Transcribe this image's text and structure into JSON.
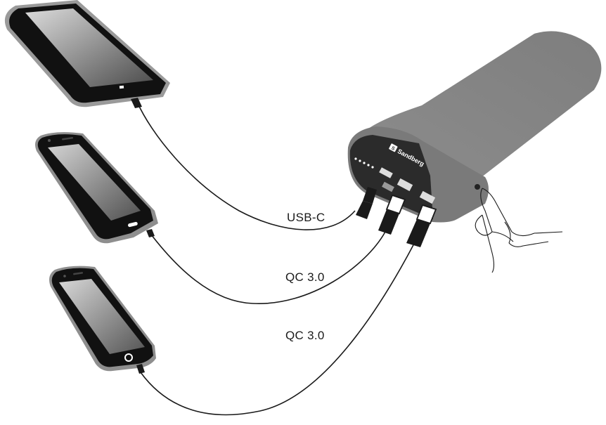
{
  "powerbank": {
    "brand": "Sandberg",
    "body_color": "#8a8a8a",
    "port_count": 3
  },
  "connections": [
    {
      "label": "USB-C",
      "device": "phone-1"
    },
    {
      "label": "QC 3.0",
      "device": "phone-2"
    },
    {
      "label": "QC 3.0",
      "device": "phone-3"
    }
  ],
  "devices": [
    {
      "name": "phone-1"
    },
    {
      "name": "phone-2"
    },
    {
      "name": "phone-3"
    }
  ],
  "colors": {
    "cable": "#1a1a1a",
    "phone_frame": "#111111",
    "screen_light": "#d8d8d8",
    "screen_dark": "#4a4a4a",
    "accent_white": "#ffffff"
  },
  "icons": [
    "hand-icon"
  ]
}
